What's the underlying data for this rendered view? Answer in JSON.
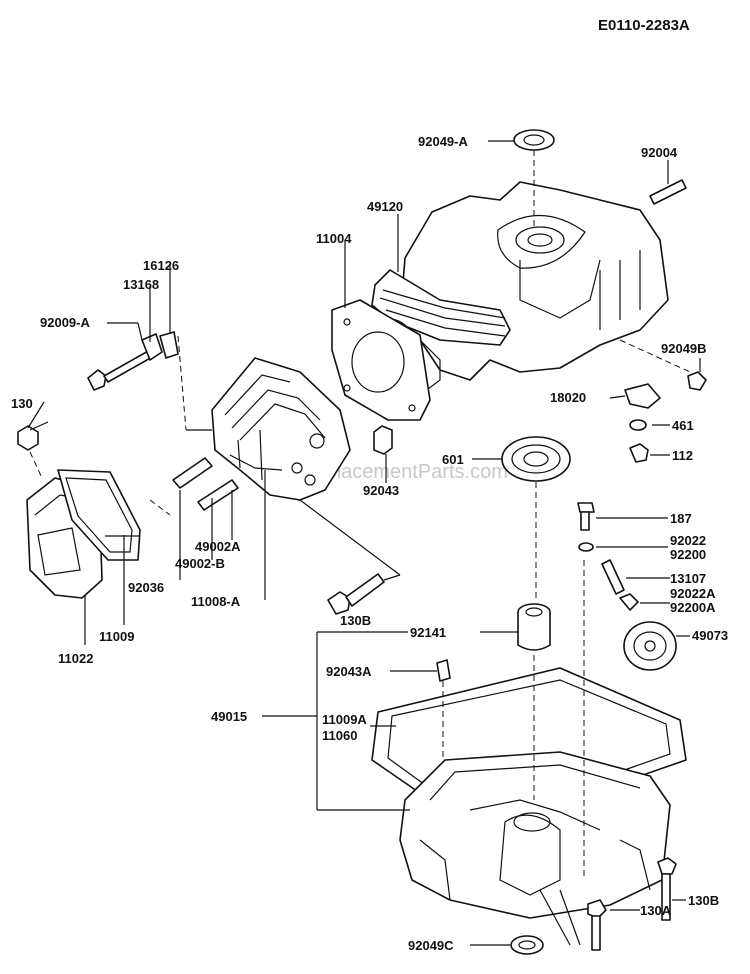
{
  "diagram_code": "E0110-2283A",
  "watermark": "ReplacementParts.com",
  "labels": {
    "p92049A": "92049-A",
    "p92004": "92004",
    "p49120": "49120",
    "p11004": "11004",
    "p16126": "16126",
    "p13168": "13168",
    "p92009A": "92009-A",
    "p130": "130",
    "p92049B": "92049B",
    "p18020": "18020",
    "p461": "461",
    "p112": "112",
    "p601": "601",
    "p92043": "92043",
    "p49002A": "49002A",
    "p49002B": "49002-B",
    "p92036": "92036",
    "p11008A": "11008-A",
    "p11009": "11009",
    "p11022": "11022",
    "p187": "187",
    "p92022": "92022",
    "p92200": "92200",
    "p13107": "13107",
    "p92022A": "92022A",
    "p92200A": "92200A",
    "p49073": "49073",
    "p130B_top": "130B",
    "p92141": "92141",
    "p92043A": "92043A",
    "p49015": "49015",
    "p11009A": "11009A",
    "p11060": "11060",
    "p130A": "130A",
    "p130B_bottom": "130B",
    "p92049C": "92049C"
  }
}
